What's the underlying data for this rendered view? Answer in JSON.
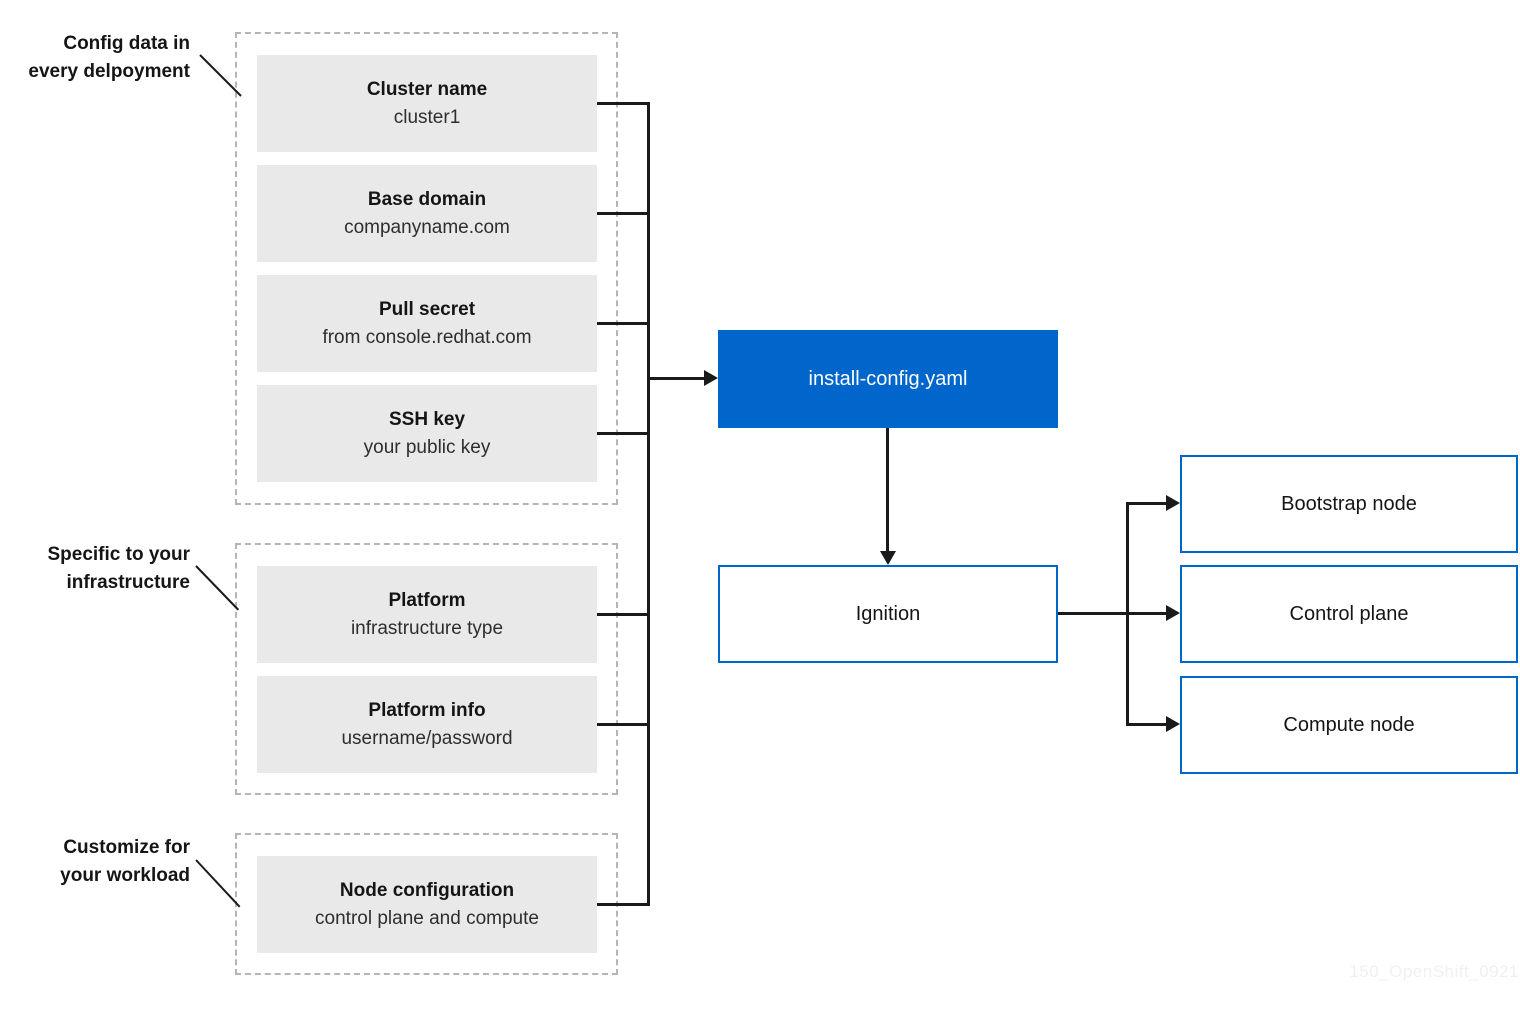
{
  "side_labels": [
    {
      "line1": "Config data in",
      "line2": "every delpoyment"
    },
    {
      "line1": "Specific to your",
      "line2": "infrastructure"
    },
    {
      "line1": "Customize for",
      "line2": "your workload"
    }
  ],
  "config_boxes": [
    {
      "title": "Cluster name",
      "subtitle": "cluster1"
    },
    {
      "title": "Base domain",
      "subtitle": "companyname.com"
    },
    {
      "title": "Pull secret",
      "subtitle": "from console.redhat.com"
    },
    {
      "title": "SSH key",
      "subtitle": "your public key"
    },
    {
      "title": "Platform",
      "subtitle": "infrastructure type"
    },
    {
      "title": "Platform info",
      "subtitle": "username/password"
    },
    {
      "title": "Node configuration",
      "subtitle": "control plane and compute"
    }
  ],
  "center": {
    "install_config": "install-config.yaml",
    "ignition": "Ignition"
  },
  "nodes": [
    {
      "label": "Bootstrap node"
    },
    {
      "label": "Control plane"
    },
    {
      "label": "Compute node"
    }
  ],
  "watermark": "150_OpenShift_0921",
  "colors": {
    "accent_blue": "#0066cc",
    "box_gray": "#e9e9e9",
    "line": "#1a1a1a",
    "watermark_gray": "#f0f0f0",
    "dash_gray": "#b5b5b5"
  }
}
